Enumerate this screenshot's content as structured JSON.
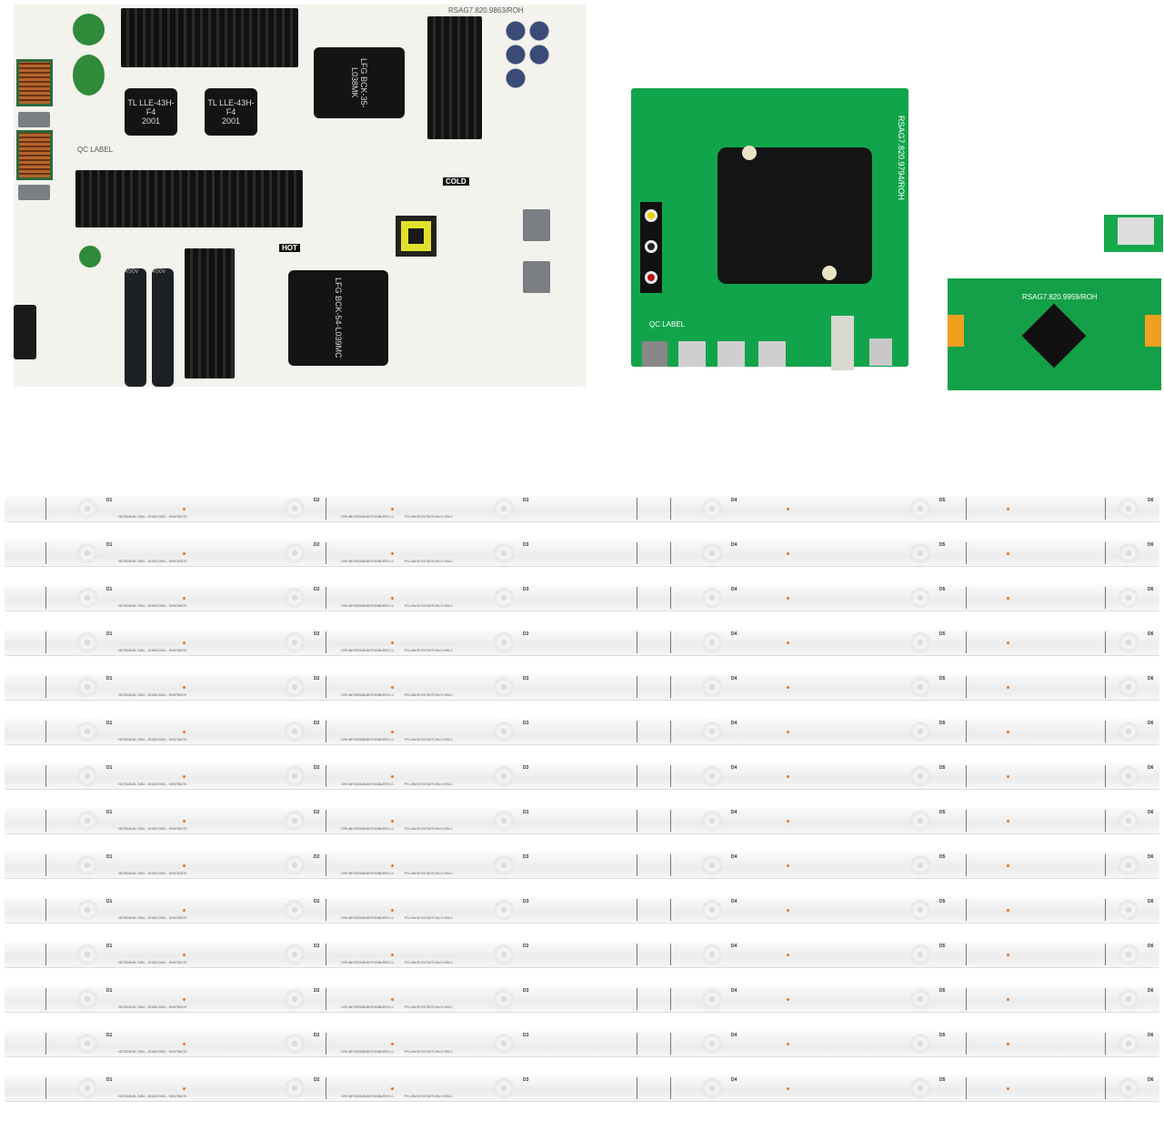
{
  "power_board": {
    "part_number": "RSAG7.820.9863/ROH",
    "transformer_small": "TL LLE-43H-F4",
    "transformer_year": "2001",
    "transformer_large_top": "LFG BCK-35-L038MK",
    "transformer_large_bottom": "LFG BCK-54-L039MC",
    "cold_label": "COLD",
    "hot_label": "HOT",
    "qc_label": "QC LABEL",
    "capacitor_rating": "450v"
  },
  "main_board": {
    "part_number": "RSAG7.820.9794/ROH",
    "qc_label": "QC LABEL"
  },
  "tcon_board": {
    "part_number": "RSAG7.820.9959/ROH"
  },
  "led_strips": {
    "count": 14,
    "led_labels": [
      "D1",
      "D2",
      "D3",
      "D4",
      "D5",
      "D6"
    ],
    "print_1": "HD75D3U81-T4B1 - 20190C0001 - SHH75D470",
    "print_2": "CRH-BK75S3UB030TH0388-REV1.1",
    "print_3": "PS-LRoHS EX76275 94V-0 HSLC",
    "led_color": "#e0782a"
  }
}
